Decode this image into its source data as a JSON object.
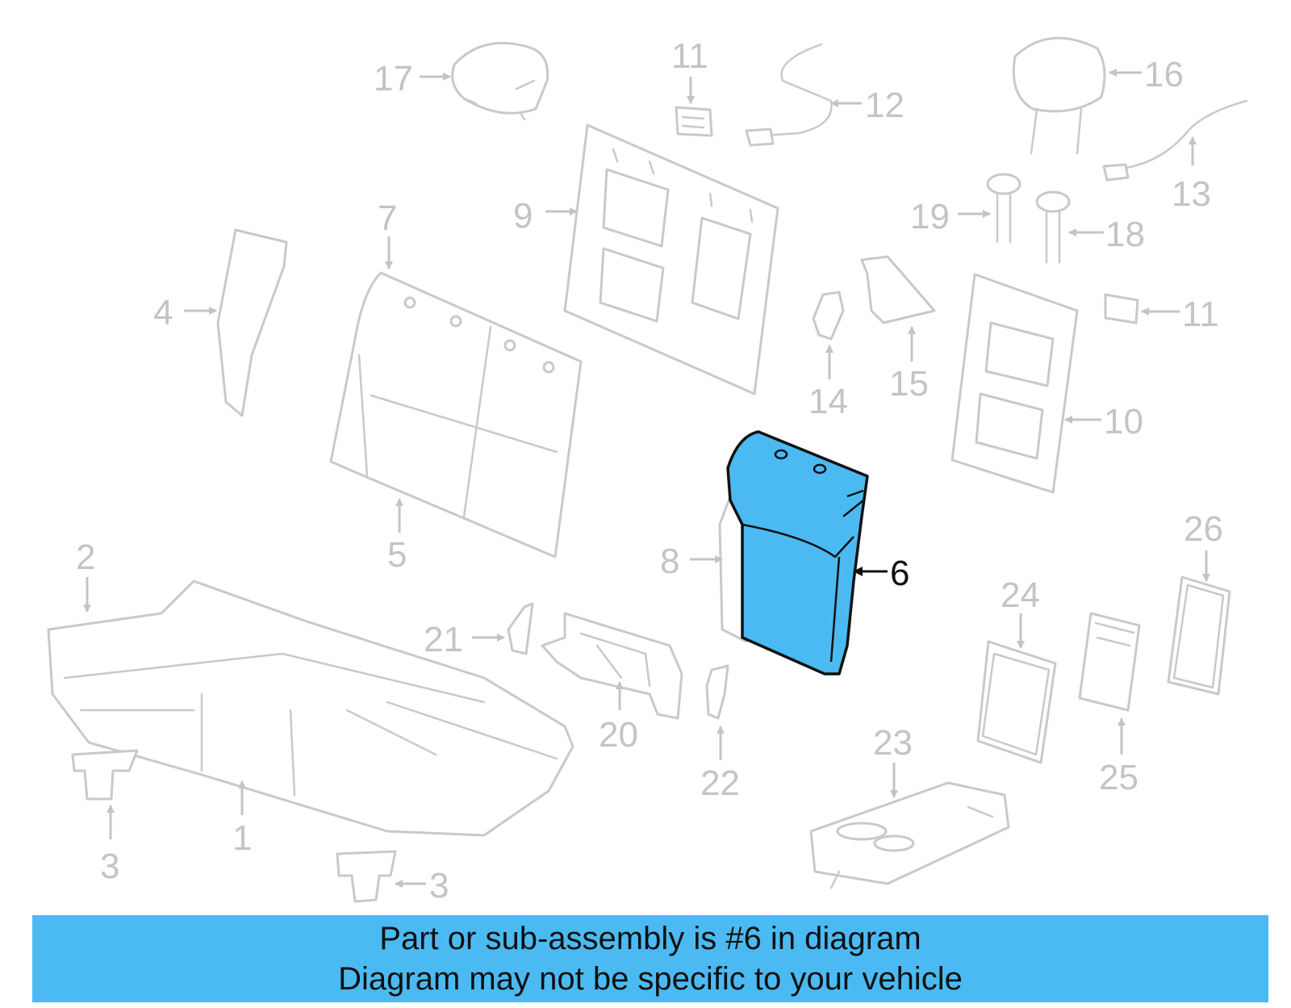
{
  "diagram": {
    "highlighted_part": "6",
    "callouts": {
      "c1": "1",
      "c2": "2",
      "c3a": "3",
      "c3b": "3",
      "c4": "4",
      "c5": "5",
      "c6": "6",
      "c7": "7",
      "c8": "8",
      "c9": "9",
      "c10": "10",
      "c11a": "11",
      "c11b": "11",
      "c12": "12",
      "c13": "13",
      "c14": "14",
      "c15": "15",
      "c16": "16",
      "c17": "17",
      "c18": "18",
      "c19": "19",
      "c20": "20",
      "c21": "21",
      "c22": "22",
      "c23": "23",
      "c24": "24",
      "c25": "25",
      "c26": "26"
    }
  },
  "banner": {
    "line1": "Part or sub-assembly is #6 in diagram",
    "line2": "Diagram may not be specific to your vehicle"
  },
  "colors": {
    "highlight": "#4bbaf2",
    "part_stroke": "#c9c9c9",
    "label_gray": "#c4c4c4"
  }
}
